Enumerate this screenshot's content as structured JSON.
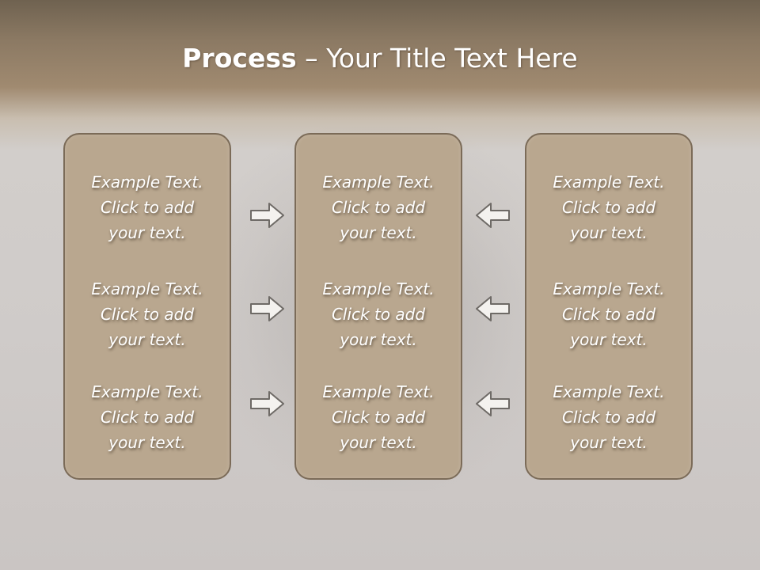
{
  "title": {
    "bold": "Process",
    "rest": " – Your Title Text Here"
  },
  "panels": [
    {
      "items": [
        "Example Text.\nClick  to add\nyour text.",
        "Example Text.\nClick  to add\nyour text.",
        "Example Text.\nClick  to add\nyour text."
      ]
    },
    {
      "items": [
        "Example Text.\nClick  to add\nyour text.",
        "Example Text.\nClick  to add\nyour text.",
        "Example Text.\nClick  to add\nyour text."
      ]
    },
    {
      "items": [
        "Example Text.\nClick  to add\nyour text.",
        "Example Text.\nClick  to add\nyour text.",
        "Example Text.\nClick  to add\nyour text."
      ]
    }
  ],
  "arrows": {
    "left_column": "arrow-right-icon",
    "right_column": "arrow-left-icon"
  },
  "colors": {
    "panel_fill": "#b9a78f",
    "panel_border": "#7b6b58",
    "header": "#8b7963"
  }
}
